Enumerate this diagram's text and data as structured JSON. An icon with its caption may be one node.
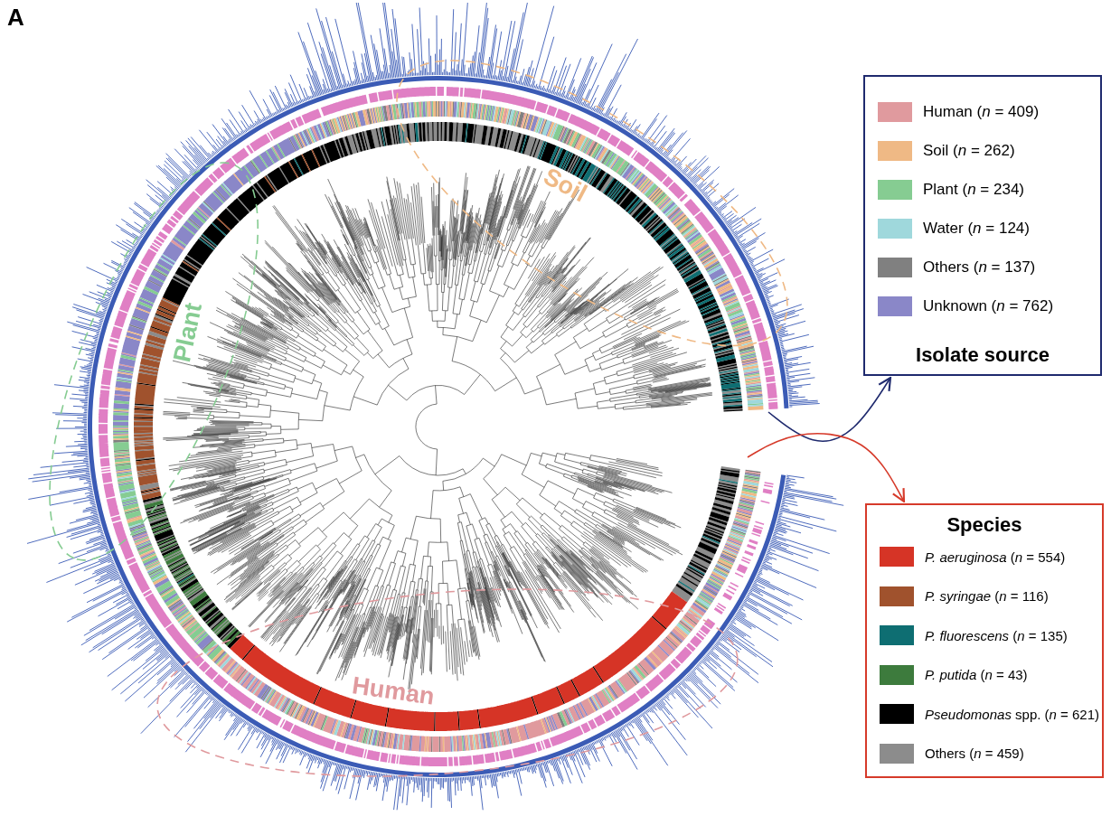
{
  "diagram": {
    "nodes": [
      {
        "text": [
          "Isolate source"
        ]
      },
      {
        "text": [
          "Soil"
        ]
      },
      {
        "text": [
          "Plant"
        ]
      },
      {
        "text": [
          "Species"
        ]
      },
      {
        "text": [
          "Human"
        ]
      }
    ],
    "edges": [
      {
        "from": null,
        "to": 0,
        "arrow": "to",
        "color": "#1f2a6e"
      },
      {
        "from": null,
        "to": 3,
        "arrow": "to",
        "color": "#d63a2a"
      }
    ],
    "labels": [
      "A"
    ],
    "legend": [
      {
        "text": "Human (*n* = 409)",
        "color": "#e09a9e"
      },
      {
        "text": "Soil (*n* = 262)",
        "color": "#efb985"
      },
      {
        "text": "Plant (*n* = 234)",
        "color": "#86cc92"
      },
      {
        "text": "Water (*n* = 124)",
        "color": "#9fd8dc"
      },
      {
        "text": "Others (*n* = 137)",
        "color": "#808080"
      },
      {
        "text": "Unknown (*n* = 762)",
        "color": "#8a87c8"
      },
      {
        "text": "*P. aeruginosa* (*n* = 554)",
        "color": "#d63426"
      },
      {
        "text": "*P. syringae* (*n* = 116)",
        "color": "#a0522d"
      },
      {
        "text": "*P. fluorescens* (*n* = 135)",
        "color": "#0e6e72"
      },
      {
        "text": "*P. putida* (*n* = 43)",
        "color": "#3d7b3d"
      },
      {
        "text": "*Pseudomonas* spp. (*n* = 621)",
        "color": "#000000"
      },
      {
        "text": "Others (*n* = 459)",
        "color": "#8c8c8c"
      }
    ]
  }
}
